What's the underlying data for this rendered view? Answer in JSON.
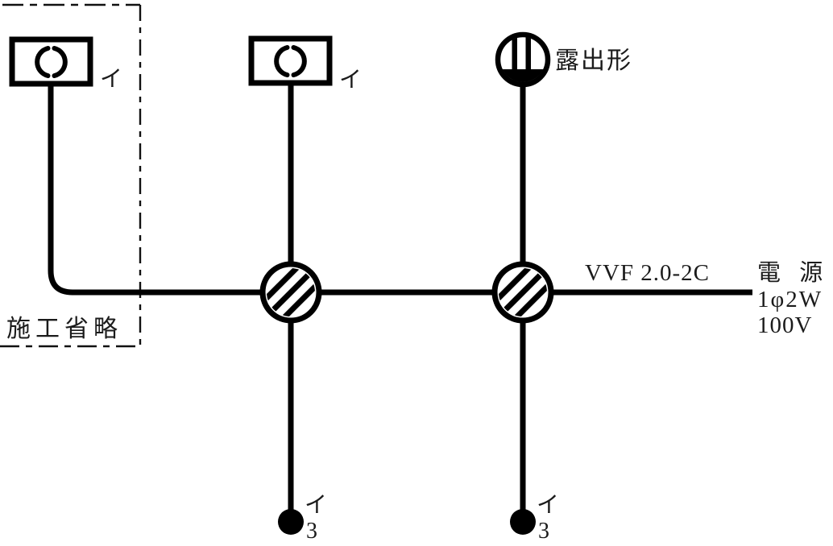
{
  "diagram": {
    "title": "single-line electrical wiring diagram",
    "power": {
      "label": "電 源",
      "phase": "1φ2W",
      "voltage": "100V"
    },
    "cable": {
      "label": "VVF 2.0-2C"
    },
    "omitted_section": {
      "label": "施工省略"
    },
    "fixtures": {
      "fluorescent_1": {
        "label": "イ"
      },
      "fluorescent_2": {
        "label": "イ"
      },
      "ceiling_rosette": {
        "label": "露出形"
      }
    },
    "switches": {
      "switch_1": {
        "circuit": "イ",
        "way": "3"
      },
      "switch_2": {
        "circuit": "イ",
        "way": "3"
      }
    },
    "colors": {
      "line": "#000000",
      "text": "#1b1b1b",
      "background": "#ffffff"
    }
  }
}
